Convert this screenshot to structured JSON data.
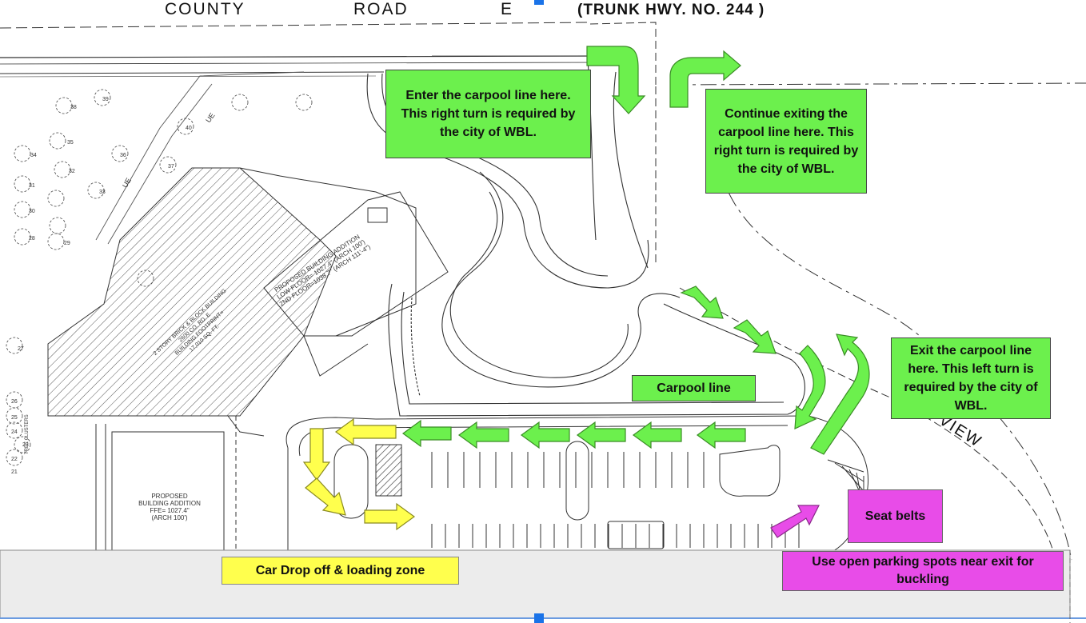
{
  "road_header": {
    "county": "COUNTY",
    "road": "ROAD",
    "letter": "E",
    "highway": "(TRUNK    HWY.    NO.    244 )"
  },
  "callouts": {
    "enter": "Enter the carpool line here. This right turn is required by the city of WBL.",
    "continue_exit": "Continue exiting the carpool line here. This right turn is required by the city of WBL.",
    "exit_left": "Exit the carpool line here. This left turn is required by the city of WBL.",
    "carpool_line": "Carpool line",
    "drop_off": "Car Drop off & loading zone",
    "seat_belts": "Seat belts",
    "open_parking": "Use open parking spots near exit for buckling"
  },
  "plan_labels": {
    "proposed_addition_upper": "PROPOSED BUILDING ADDITION\nLOW FLOOR= 1027.4\" (ARCH 100')\n2ND FLOOR=1038.7\" (ARCH 111'-4\")",
    "existing_building": "2 STORY BRICK & BLOCK BUILDING\n2600 CO. RD. E\nBUILDING FOOTPRINT=\n17,010 SQ. FT.",
    "proposed_addition_lower": "PROPOSED\nBUILDING ADDITION\nFFE= 1027.4\"\n(ARCH 100')",
    "street_fragment": "VIEW",
    "tree_label": "TREE CLUSTERS",
    "utility_label": "UE",
    "tree_numbers": [
      "38",
      "39",
      "40",
      "35",
      "36",
      "37",
      "34",
      "32",
      "33",
      "31",
      "30",
      "29",
      "28",
      "27",
      "26",
      "25",
      "24",
      "23",
      "22",
      "21"
    ]
  },
  "colors": {
    "green": "#6cf04d",
    "yellow": "#ffff4d",
    "magenta": "#e84ce8",
    "line": "#333333",
    "footer_band": "#ececec",
    "handle": "#1a73e8"
  }
}
